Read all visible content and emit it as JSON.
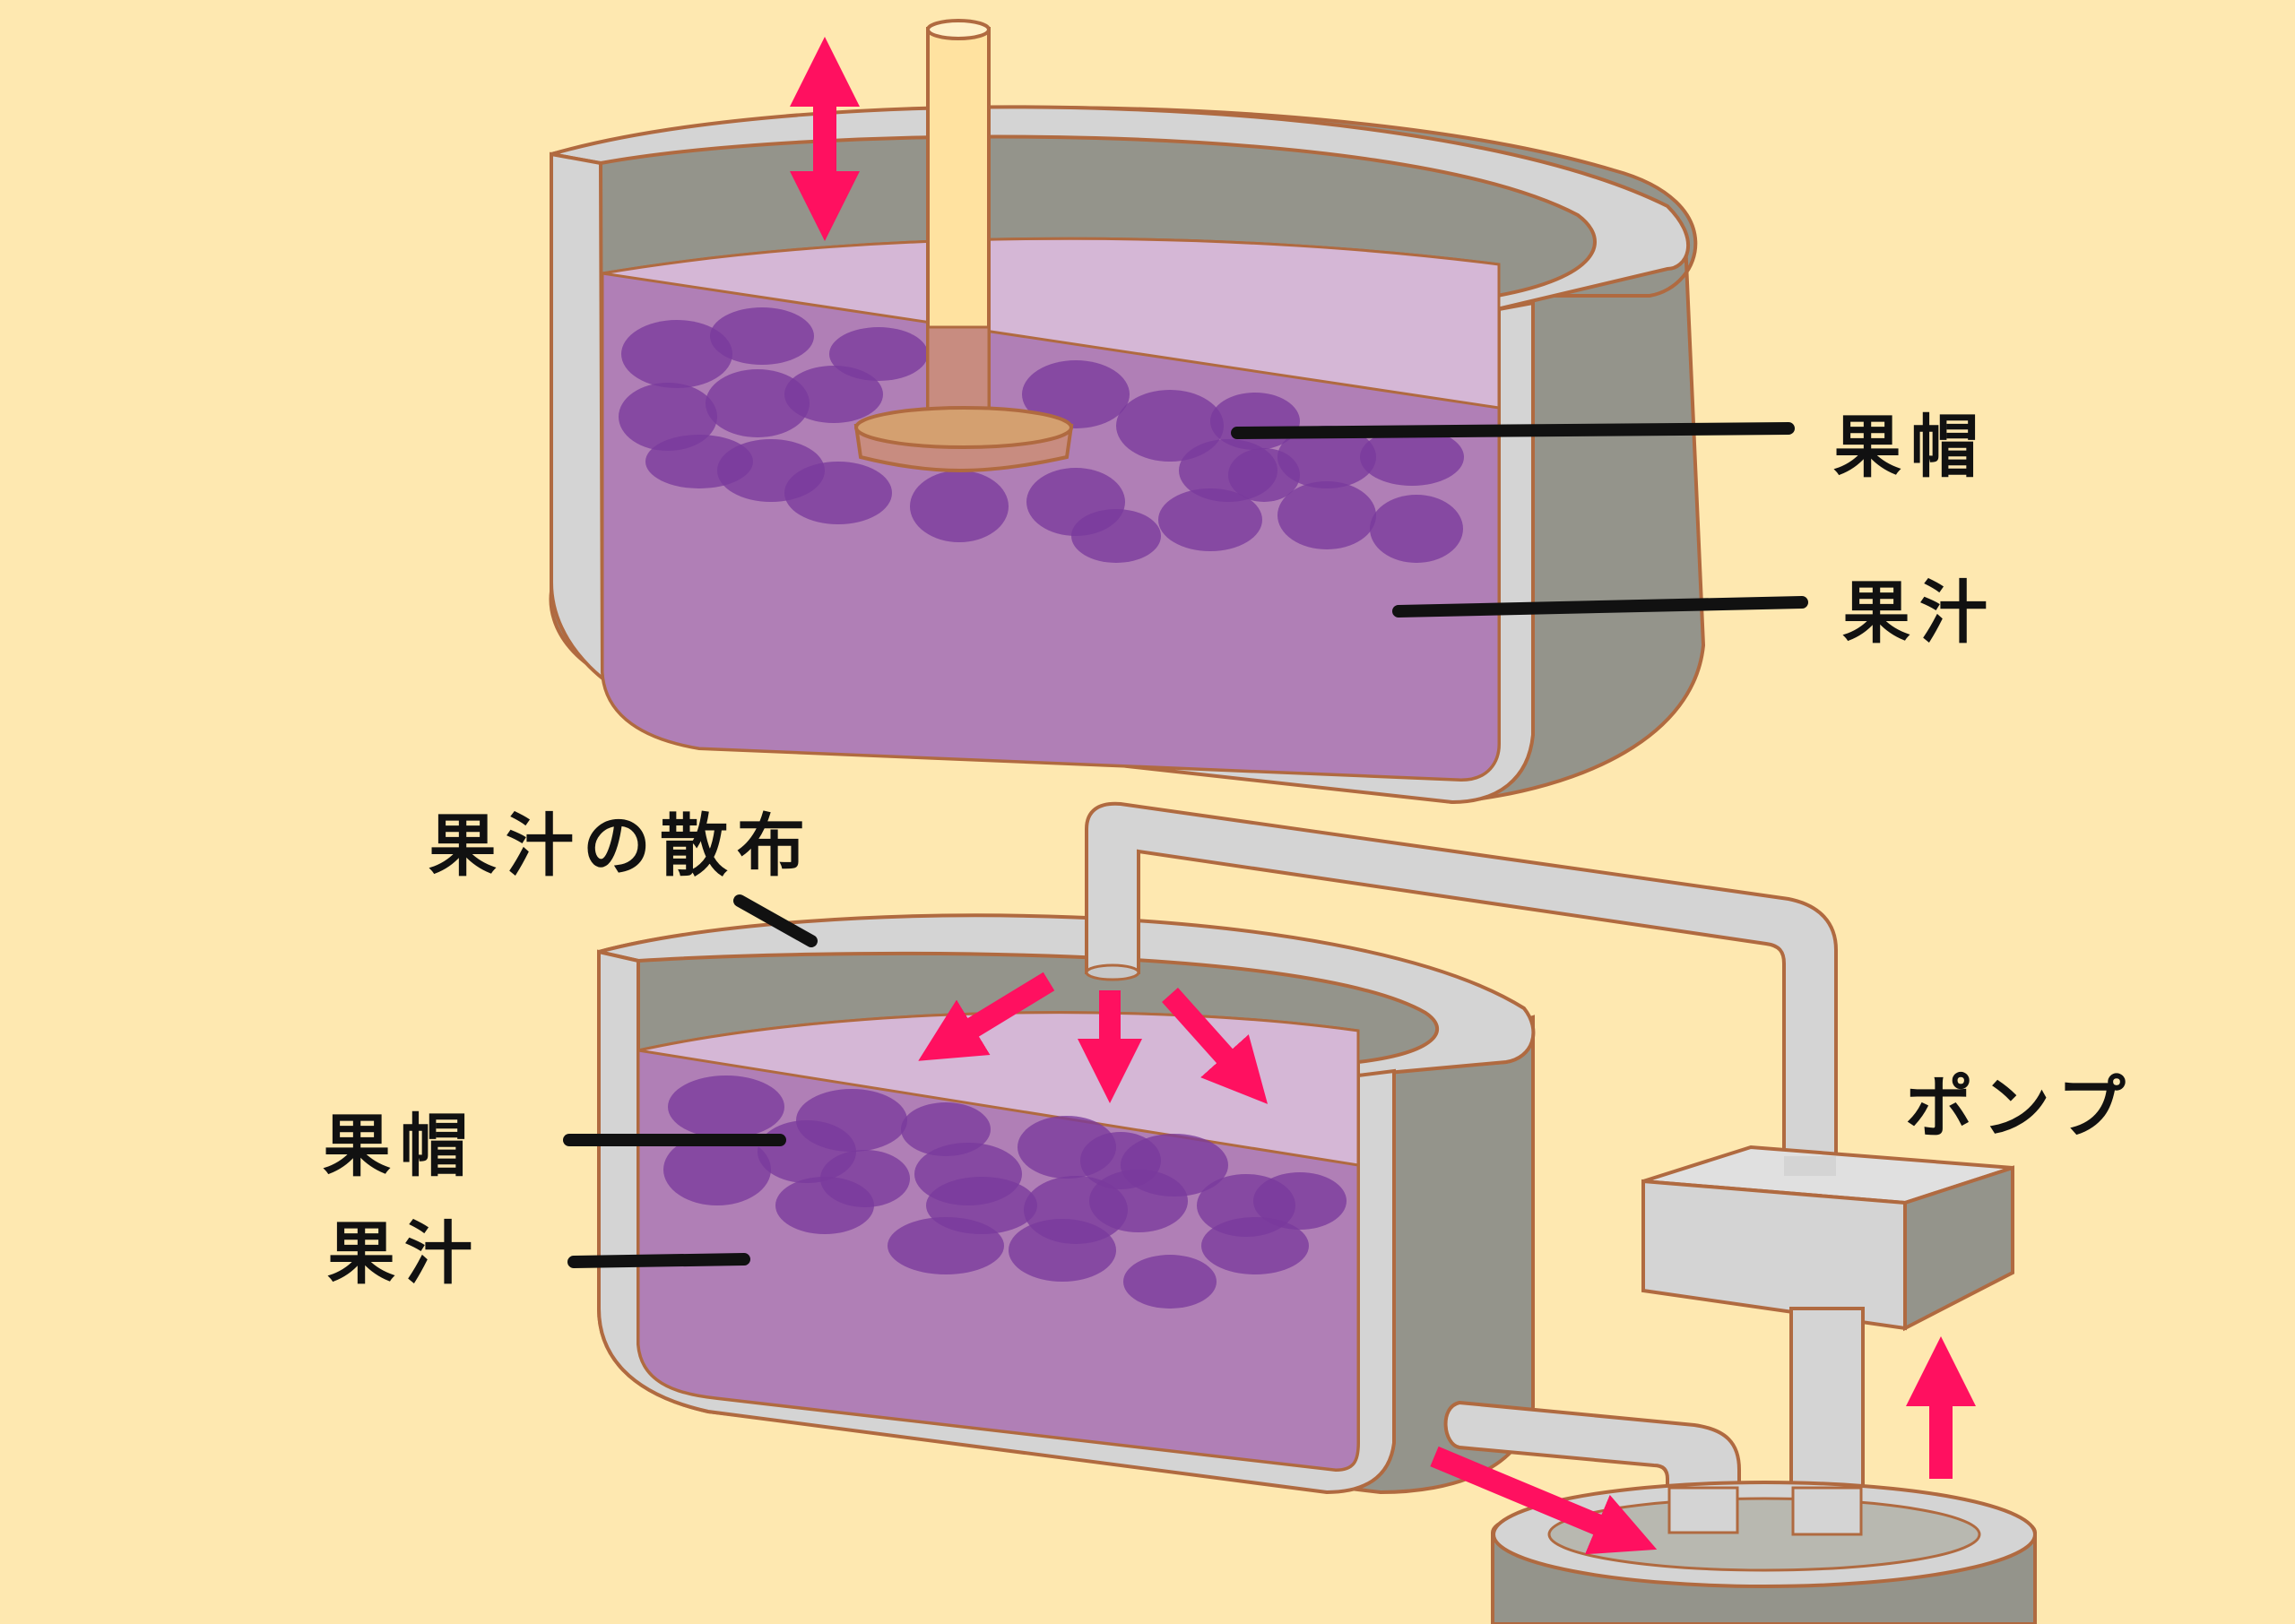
{
  "top_tank": {
    "cap_label": "果帽",
    "juice_label": "果汁"
  },
  "bottom_tank": {
    "spray_label": "果汁の散布",
    "cap_label": "果帽",
    "juice_label": "果汁"
  },
  "pump": {
    "label": "ポンプ"
  },
  "colors": {
    "background": "#fee8b0",
    "tank_wall": "#d4d4d4",
    "tank_inner": "#93938a",
    "juice": "#b07fb6",
    "grape": "#7a3a9c",
    "arrow": "#ff1060",
    "outline": "#b06a40"
  }
}
